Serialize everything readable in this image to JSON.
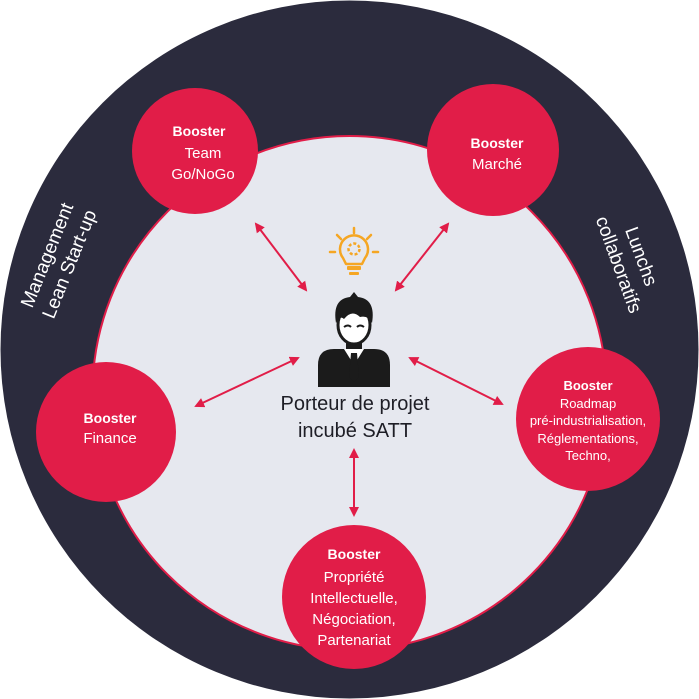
{
  "colors": {
    "outer_ring": "#2b2b3d",
    "inner_disc": "#e6e8ef",
    "accent": "#e11d48",
    "arrow": "#e11d48",
    "bulb": "#f5a623",
    "person": "#1b1b1b"
  },
  "ring_labels": {
    "left": [
      "Management",
      "Lean Start-up"
    ],
    "right": [
      "Lunchs",
      "collaboratifs"
    ]
  },
  "center": {
    "icons": [
      "lightbulb-gear-icon",
      "person-icon"
    ],
    "lines": [
      "Porteur de projet",
      "incubé SATT"
    ]
  },
  "boosters": {
    "team": {
      "title": "Booster",
      "lines": [
        "Team",
        "Go/NoGo"
      ]
    },
    "marche": {
      "title": "Booster",
      "lines": [
        "Marché"
      ]
    },
    "finance": {
      "title": "Booster",
      "lines": [
        "Finance"
      ]
    },
    "roadmap": {
      "title": "Booster",
      "lines": [
        "Roadmap",
        "pré-industrialisation,",
        "Réglementations,",
        "Techno,"
      ]
    },
    "propriete": {
      "title": "Booster",
      "lines": [
        "Propriété",
        "Intellectuelle,",
        "Négociation,",
        "Partenariat"
      ]
    }
  }
}
